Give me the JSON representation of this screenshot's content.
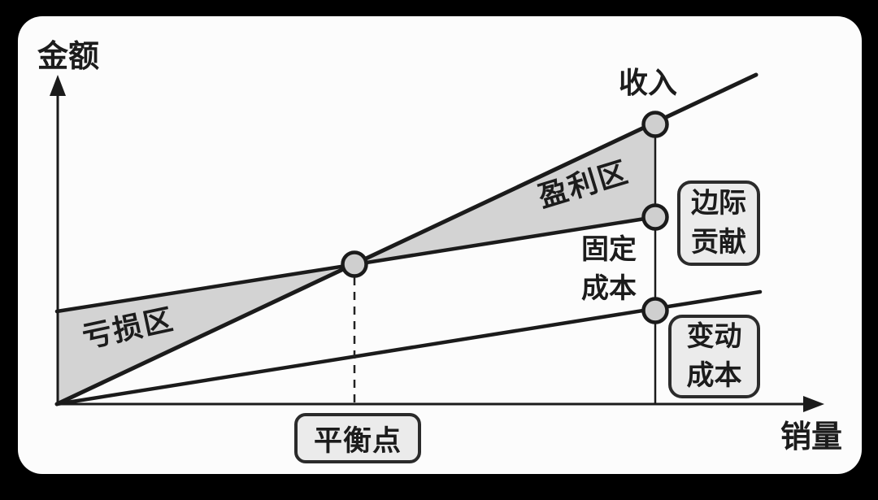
{
  "figure": {
    "y_axis_label": "金额",
    "x_axis_label": "销量",
    "revenue_line_label": "收入",
    "profit_region_label": "盈利区",
    "loss_region_label": "亏损区",
    "fixed_cost_label": {
      "line1": "固定",
      "line2": "成本"
    },
    "breakeven_box_label": "平衡点",
    "marginal_contribution_box": {
      "line1": "边际",
      "line2": "贡献"
    },
    "variable_cost_box": {
      "line1": "变动",
      "line2": "成本"
    }
  },
  "colors": {
    "frame": "#000000",
    "card": "#fcfcfc",
    "line": "#1b1b1b",
    "shaded_region": "#d3d3d3",
    "marker_fill": "#cfcfcf",
    "box_fill": "#ebebeb",
    "box_border": "#2b2b2b",
    "text": "#1c1c1c"
  },
  "chart_data": {
    "type": "line",
    "title": "",
    "xlabel": "销量",
    "ylabel": "金额",
    "axis_ticks": "none (conceptual diagram, no numeric scale)",
    "coordinate_note": "points given as fractions of axis length, estimated from pixels",
    "series": [
      {
        "name": "收入 (revenue line)",
        "points": [
          [
            0.0,
            0.0
          ],
          [
            0.93,
            1.0
          ]
        ]
      },
      {
        "name": "total cost line (unlabeled)",
        "points": [
          [
            0.0,
            0.29
          ],
          [
            0.79,
            0.58
          ]
        ]
      },
      {
        "name": "variable cost line (unlabeled)",
        "points": [
          [
            0.0,
            0.0
          ],
          [
            0.93,
            0.35
          ]
        ]
      }
    ],
    "markers": [
      {
        "name": "平衡点 break-even point",
        "x": 0.39,
        "y": 0.43
      },
      {
        "name": "revenue point (收入)",
        "x": 0.79,
        "y": 0.87
      },
      {
        "name": "total cost point",
        "x": 0.79,
        "y": 0.58
      },
      {
        "name": "variable cost point",
        "x": 0.79,
        "y": 0.29
      }
    ],
    "regions": [
      {
        "name": "亏损区 (loss zone)",
        "between": [
          "total cost line",
          "revenue line"
        ],
        "x_range": [
          0.0,
          0.39
        ]
      },
      {
        "name": "盈利区 (profit zone)",
        "between": [
          "revenue line",
          "total cost line"
        ],
        "x_range": [
          0.39,
          0.79
        ]
      }
    ],
    "vertical_segments_at_x_0.79": [
      {
        "name": "边际贡献 (contribution margin)",
        "from": "variable cost point",
        "to": "revenue point"
      },
      {
        "name": "固定成本 (fixed cost)",
        "from": "variable cost point",
        "to": "total cost point"
      },
      {
        "name": "变动成本 (variable cost)",
        "from": "x-axis",
        "to": "variable cost point"
      }
    ],
    "legend_position": "labels placed inline on diagram",
    "grid": false
  }
}
